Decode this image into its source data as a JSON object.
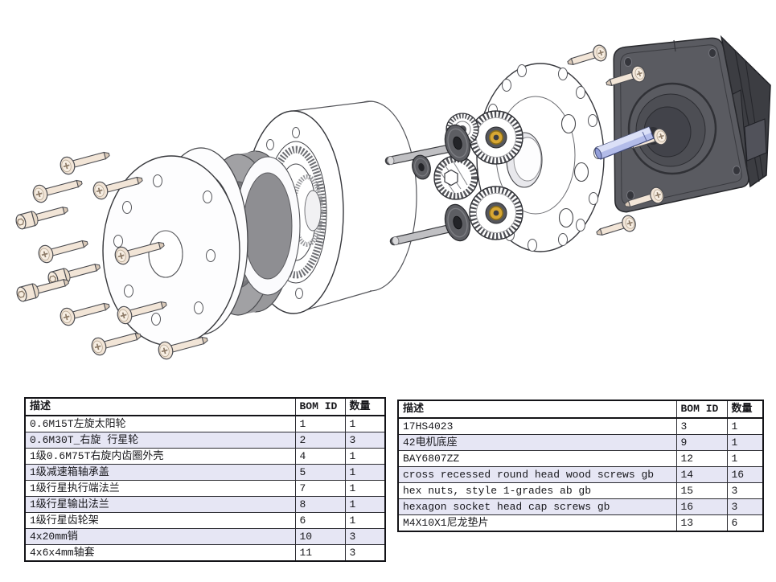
{
  "page": {
    "background": "#ffffff",
    "description": "Exploded-view CAD assembly drawing of a one-stage planetary gearbox driven by a NEMA17 stepper motor, with two bill-of-materials tables below"
  },
  "diagram": {
    "type": "exploded-view-assembly",
    "components": [
      {
        "id": "cap-screws",
        "label": "hexagon socket head cap screws",
        "visible_count": 3
      },
      {
        "id": "pan-screws-left",
        "label": "cross recessed round head screws (left cluster)",
        "visible_count": 9
      },
      {
        "id": "output-flange",
        "label": "1级行星输出法兰 output flange disc"
      },
      {
        "id": "bearing-cover",
        "label": "1级减速箱轴承盖 bearing cover ring"
      },
      {
        "id": "bearing-ring",
        "label": "BAY6807ZZ gray bearing ring"
      },
      {
        "id": "ring-gear-housing",
        "label": "1级0.6M75T右旋内齿圈外壳 internal ring-gear housing"
      },
      {
        "id": "pins",
        "label": "4x20mm销 carrier pins",
        "visible_count": 2
      },
      {
        "id": "washers",
        "label": "M4X10X1尼龙垫片 nylon washers",
        "visible_count": 3
      },
      {
        "id": "sun-gear",
        "label": "0.6M15T左旋太阳轮 helical sun gear"
      },
      {
        "id": "planet-gears",
        "label": "0.6M30T_右旋 行星轮 planet gears with 4x6x4mm轴套 bushings",
        "visible_count": 3
      },
      {
        "id": "planet-carrier",
        "label": "1级行星齿轮架 planet carrier plate"
      },
      {
        "id": "motor-shaft",
        "label": "stepper motor output shaft"
      },
      {
        "id": "stepper-motor",
        "label": "17HS4023 stepper motor on 42电机底座",
        "motor_screws_visible": 5
      }
    ],
    "colors": {
      "screw_beige": "#f2e5d7",
      "pin_gray": "#c0c0c3",
      "washer_gray": "#5d5e63",
      "bushing_gold": "#d8a733",
      "motor_front": "#5a5b61",
      "motor_side": "#3c3d42",
      "shaft_blue": "#b3bce9",
      "ring_gray": "#9a9a9d",
      "outline": "#36373c"
    }
  },
  "tables": {
    "left": {
      "headers": [
        "描述",
        "BOM ID",
        "数量"
      ],
      "rows": [
        {
          "desc": "0.6M15T左旋太阳轮",
          "bom_id": "1",
          "qty": "1"
        },
        {
          "desc": "0.6M30T_右旋 行星轮",
          "bom_id": "2",
          "qty": "3"
        },
        {
          "desc": "1级0.6M75T右旋内齿圈外壳",
          "bom_id": "4",
          "qty": "1"
        },
        {
          "desc": "1级减速箱轴承盖",
          "bom_id": "5",
          "qty": "1"
        },
        {
          "desc": "1级行星执行端法兰",
          "bom_id": "7",
          "qty": "1"
        },
        {
          "desc": "1级行星输出法兰",
          "bom_id": "8",
          "qty": "1"
        },
        {
          "desc": "1级行星齿轮架",
          "bom_id": "6",
          "qty": "1"
        },
        {
          "desc": "4x20mm销",
          "bom_id": "10",
          "qty": "3"
        },
        {
          "desc": "4x6x4mm轴套",
          "bom_id": "11",
          "qty": "3"
        }
      ]
    },
    "right": {
      "headers": [
        "描述",
        "BOM ID",
        "数量"
      ],
      "rows": [
        {
          "desc": "17HS4023",
          "bom_id": "3",
          "qty": "1"
        },
        {
          "desc": "42电机底座",
          "bom_id": "9",
          "qty": "1"
        },
        {
          "desc": "BAY6807ZZ",
          "bom_id": "12",
          "qty": "1"
        },
        {
          "desc": "cross recessed round head wood screws gb",
          "bom_id": "14",
          "qty": "16"
        },
        {
          "desc": "hex nuts, style 1-grades ab gb",
          "bom_id": "15",
          "qty": "3"
        },
        {
          "desc": "hexagon socket head cap screws gb",
          "bom_id": "16",
          "qty": "3"
        },
        {
          "desc": "M4X10X1尼龙垫片",
          "bom_id": "13",
          "qty": "6"
        }
      ]
    }
  }
}
